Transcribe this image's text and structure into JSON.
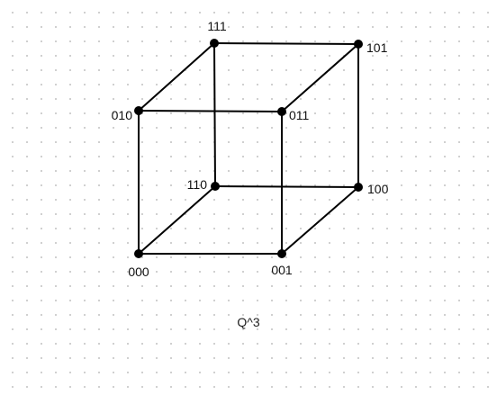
{
  "diagram": {
    "caption": "Q^3",
    "vertices": [
      {
        "id": "111",
        "label": "111"
      },
      {
        "id": "101",
        "label": "101"
      },
      {
        "id": "010",
        "label": "010"
      },
      {
        "id": "011",
        "label": "011"
      },
      {
        "id": "110",
        "label": "110"
      },
      {
        "id": "100",
        "label": "100"
      },
      {
        "id": "000",
        "label": "000"
      },
      {
        "id": "001",
        "label": "001"
      }
    ],
    "edges": [
      [
        "111",
        "101"
      ],
      [
        "111",
        "010"
      ],
      [
        "111",
        "110"
      ],
      [
        "101",
        "011"
      ],
      [
        "101",
        "100"
      ],
      [
        "010",
        "011"
      ],
      [
        "010",
        "000"
      ],
      [
        "011",
        "001"
      ],
      [
        "110",
        "100"
      ],
      [
        "110",
        "000"
      ],
      [
        "100",
        "001"
      ],
      [
        "000",
        "001"
      ]
    ],
    "colors": {
      "edge": "#000000",
      "vertex": "#000000",
      "grid_dot": "#c9c9c9"
    }
  }
}
